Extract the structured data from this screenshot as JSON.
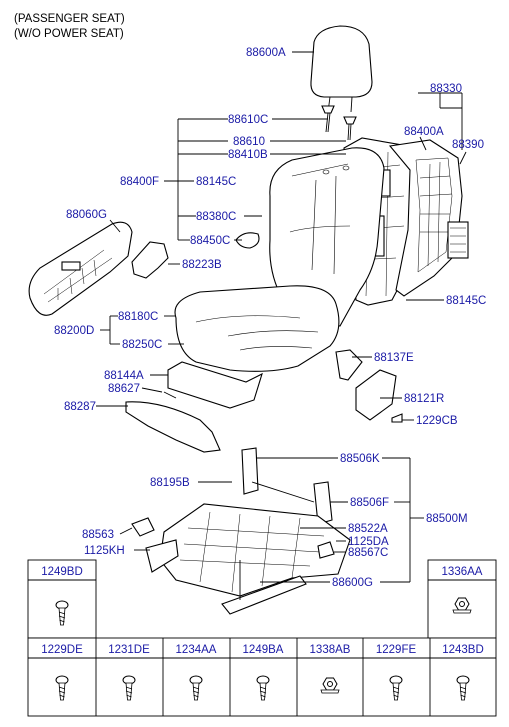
{
  "header": {
    "line1": "(PASSENGER SEAT)",
    "line2": "(W/O POWER SEAT)"
  },
  "callouts": {
    "c88600A": "88600A",
    "c88330": "88330",
    "c88610C": "88610C",
    "c88610": "88610",
    "c88410B": "88410B",
    "c88400A": "88400A",
    "c88390": "88390",
    "c88400F": "88400F",
    "c88145C_a": "88145C",
    "c88380C": "88380C",
    "c88060G": "88060G",
    "c88450C": "88450C",
    "c88223B": "88223B",
    "c88145C_b": "88145C",
    "c88180C": "88180C",
    "c88200D": "88200D",
    "c88250C": "88250C",
    "c88137E": "88137E",
    "c88144A": "88144A",
    "c88627": "88627",
    "c88121R": "88121R",
    "c88287": "88287",
    "c1229CB": "1229CB",
    "c88506K": "88506K",
    "c88195B": "88195B",
    "c88506F": "88506F",
    "c88522A": "88522A",
    "c88500M": "88500M",
    "c88563": "88563",
    "c1125DA": "1125DA",
    "c1125KH": "1125KH",
    "c88567C": "88567C",
    "c88600G": "88600G"
  },
  "fastener_table": {
    "top_left": "1249BD",
    "top_right": "1336AA",
    "bottom": [
      "1229DE",
      "1231DE",
      "1234AA",
      "1249BA",
      "1338AB",
      "1229FE",
      "1243BD"
    ]
  }
}
